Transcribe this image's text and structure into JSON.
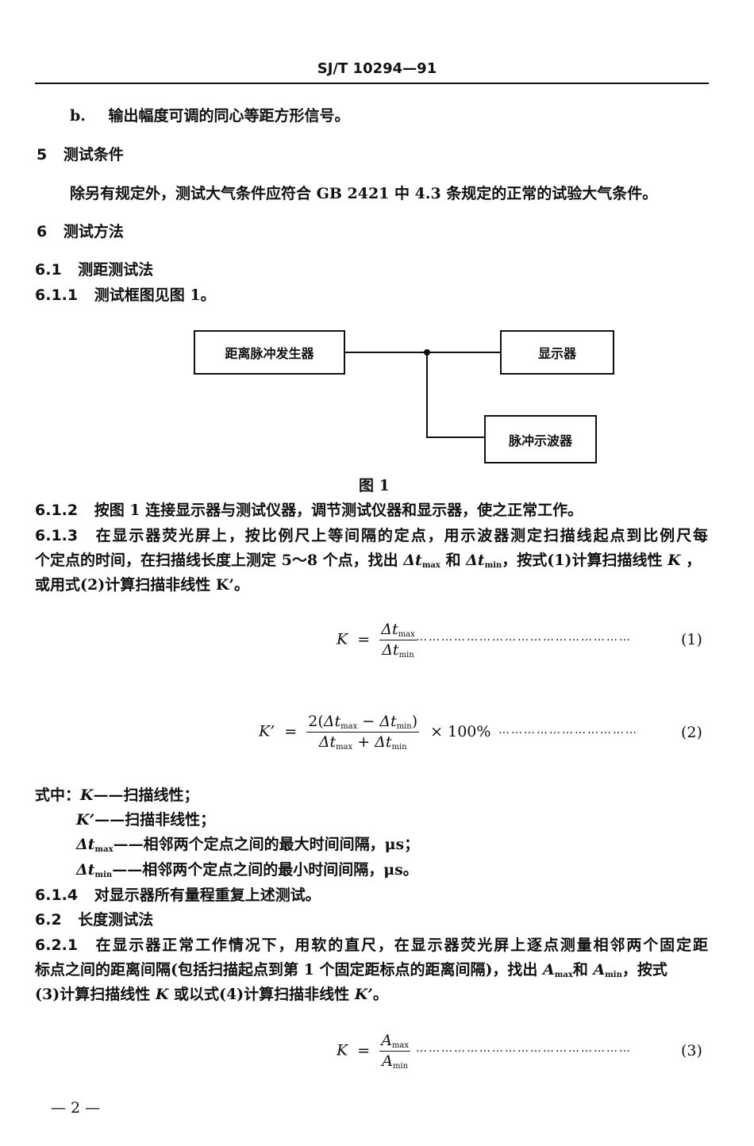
{
  "header": {
    "standard_no": "SJ/T 10294—91"
  },
  "item_b": {
    "marker": "b.",
    "text": "输出幅度可调的同心等距方形信号。"
  },
  "sec5": {
    "num": "5",
    "title": "测试条件",
    "body": "除另有规定外，测试大气条件应符合 GB 2421 中 4.3 条规定的正常的试验大气条件。"
  },
  "sec6": {
    "num": "6",
    "title": "测试方法"
  },
  "s6_1": {
    "num": "6.1",
    "title": "测距测试法"
  },
  "s6_1_1": {
    "num": "6.1.1",
    "text": "测试框图见图 1。"
  },
  "diagram": {
    "box_generator": "距离脉冲发生器",
    "box_display": "显示器",
    "box_oscilloscope": "脉冲示波器",
    "caption": "图 1"
  },
  "s6_1_2": {
    "num": "6.1.2",
    "text": "按图 1 连接显示器与测试仪器，调节测试仪器和显示器，使之正常工作。"
  },
  "s6_1_3": {
    "num": "6.1.3",
    "line1": "在显示器荧光屏上，按比例尺上等间隔的定点，用示波器测定扫描线起点到比例尺每",
    "line2a": "个定点的时间，在扫描线长度上测定 5～8 个点，找出 ",
    "line2b": " 和 ",
    "line2c": "，按式(1)计算扫描线性 ",
    "line2d": " ，",
    "line3": "或用式(2)计算扫描非线性 K’。"
  },
  "sym": {
    "K": "K",
    "Kp": "K’",
    "dt": "Δt",
    "A": "A",
    "max": "max",
    "min": "min",
    "eq": "=",
    "times100": "× 100%",
    "two": "2(",
    "minus": " − ",
    "plus": " + ",
    "close": ")"
  },
  "formulas": {
    "f1_num": "(1)",
    "f2_num": "(2)",
    "f3_num": "(3)",
    "leader1": "……………………………………………",
    "leader2": "……………………………",
    "leader3": "……………………………………………"
  },
  "legend": {
    "prefix": "式中：",
    "k_desc": "——扫描线性；",
    "kp_desc": "——扫描非线性；",
    "dtmax_desc": "——相邻两个定点之间的最大时间间隔，μs；",
    "dtmin_desc": "——相邻两个定点之间的最小时间间隔，μs。"
  },
  "s6_1_4": {
    "num": "6.1.4",
    "text": "对显示器所有量程重复上述测试。"
  },
  "s6_2": {
    "num": "6.2",
    "title": "长度测试法"
  },
  "s6_2_1": {
    "num": "6.2.1",
    "line1": "在显示器正常工作情况下，用软的直尺，在显示器荧光屏上逐点测量相邻两个固定距",
    "line2a": "标点之间的距离间隔(包括扫描起点到第 1 个固定距标点的距离间隔)，找出 ",
    "line2b": "和 ",
    "line2c": "，按式",
    "line3a": "(3)计算扫描线性 ",
    "line3b": " 或以式(4)计算扫描非线性 ",
    "line3c": "。"
  },
  "footer": {
    "page": "— 2 —"
  }
}
